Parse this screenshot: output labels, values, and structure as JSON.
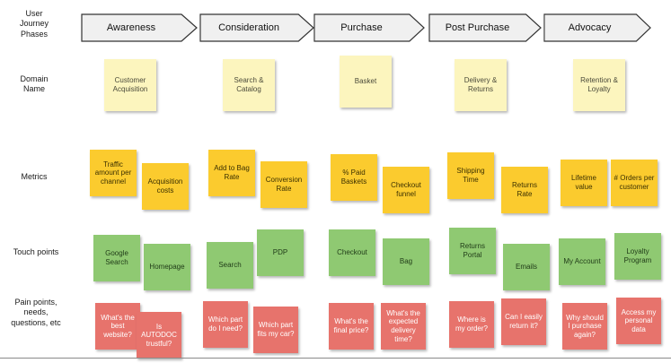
{
  "row_labels": {
    "phases": "User Journey Phases",
    "domain": "Domain Name",
    "metrics": "Metrics",
    "touchpoints": "Touch points",
    "painpoints": "Pain points, needs, questions, etc"
  },
  "phases": [
    {
      "label": "Awareness"
    },
    {
      "label": "Consideration"
    },
    {
      "label": "Purchase"
    },
    {
      "label": "Post Purchase"
    },
    {
      "label": "Advocacy"
    }
  ],
  "notes": {
    "domain": [
      "Customer Acquisition",
      "Search & Catalog",
      "Basket",
      "Delivery & Returns",
      "Retention & Loyalty"
    ],
    "metrics": [
      "Traffic amount per channel",
      "Acquisition costs",
      "Add to Bag Rate",
      "Conversion Rate",
      "% Paid Baskets",
      "Checkout funnel",
      "Shipping Time",
      "Returns Rate",
      "Lifetime value",
      "# Orders per customer"
    ],
    "touchpoints": [
      "Google Search",
      "Homepage",
      "Search",
      "PDP",
      "Checkout",
      "Bag",
      "Returns Portal",
      "Emails",
      "My Account",
      "Loyalty Program"
    ],
    "painpoints": [
      "What's the best website?",
      "Is AUTODOC trustful?",
      "Which part do I need?",
      "Which part fits my car?",
      "What's the final price?",
      "What's the expected delivery time?",
      "Where is my order?",
      "Can I easily return it?",
      "Why should I purchase again?",
      "Access my personal data"
    ]
  },
  "colors": {
    "domain_note": "#FCF5BE",
    "metric_note": "#FBCB2E",
    "touchpoint_note": "#8FC972",
    "painpoint_note": "#E7736C",
    "phase_fill": "#F0F0F0",
    "phase_border": "#333333",
    "background": "#FFFFFF"
  }
}
